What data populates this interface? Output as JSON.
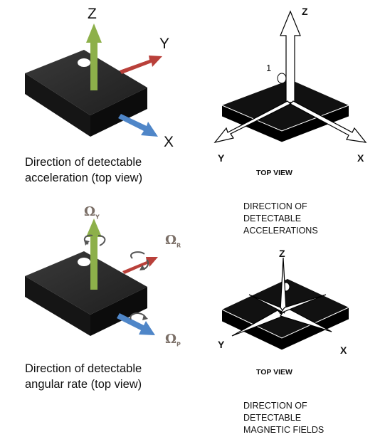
{
  "top_left": {
    "axis_z": "Z",
    "axis_y": "Y",
    "axis_x": "X",
    "caption_line1": "Direction of detectable",
    "caption_line2": "acceleration (top view)"
  },
  "top_right": {
    "axis_z": "Z",
    "axis_y": "Y",
    "axis_x": "X",
    "pin_one": "1",
    "view_label": "TOP VIEW",
    "caption_line1": "DIRECTION OF",
    "caption_line2": "DETECTABLE",
    "caption_line3": "ACCELERATIONS"
  },
  "bottom_left": {
    "omega_y": "Ω",
    "omega_y_sub": "Y",
    "omega_r": "Ω",
    "omega_r_sub": "R",
    "omega_p": "Ω",
    "omega_p_sub": "P",
    "caption_line1": "Direction of detectable",
    "caption_line2": "angular rate (top view)"
  },
  "bottom_right": {
    "axis_z": "Z",
    "axis_y": "Y",
    "axis_x": "X",
    "view_label": "TOP VIEW",
    "caption_line1": "DIRECTION OF",
    "caption_line2": "DETECTABLE",
    "caption_line3": "MAGNETIC FIELDS"
  },
  "colors": {
    "chip": "#2b2b2b",
    "z_arrow": "#8db04a",
    "y_arrow": "#b9403a",
    "x_arrow": "#4f86c8",
    "omega": "#7a6e66"
  }
}
